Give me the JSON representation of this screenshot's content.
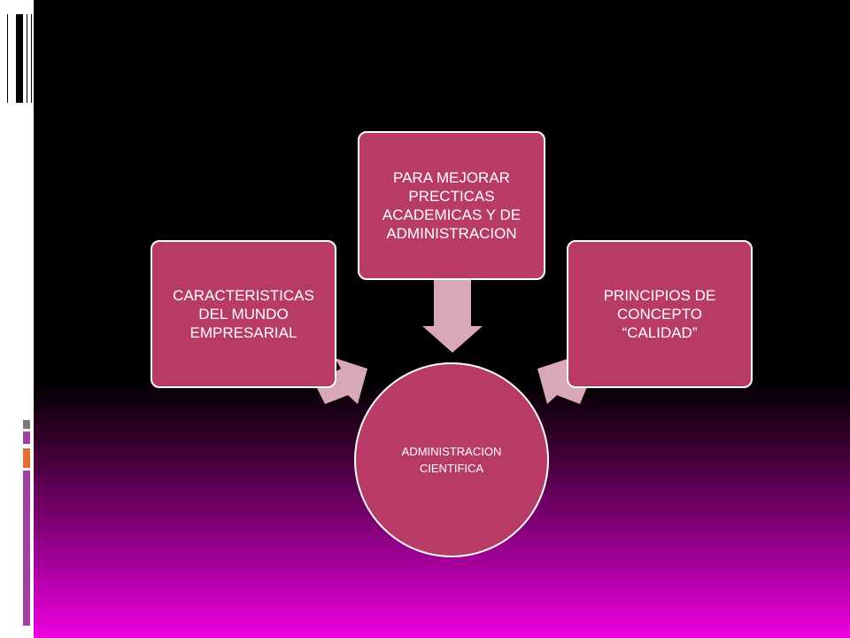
{
  "diagram": {
    "center": {
      "label": "ADMINISTRACION\nCIENTIFICA"
    },
    "nodes": [
      {
        "id": "left",
        "label": "CARACTERISTICAS\nDEL MUNDO\nEMPRESARIAL"
      },
      {
        "id": "top",
        "label": "PARA MEJORAR\nPRECTICAS\nACADEMICAS Y DE\nADMINISTRACION"
      },
      {
        "id": "right",
        "label": "PRINCIPIOS DE\nCONCEPTO\n“CALIDAD”"
      }
    ],
    "colors": {
      "node_fill": "#b83a66",
      "arrow_fill": "#d8a8b8",
      "node_border": "#ffffff",
      "background_top": "#000000",
      "background_bottom": "#ee00e0",
      "accent_gray": "#7a7a7a",
      "accent_purple": "#a040a0",
      "accent_orange": "#e07030"
    }
  }
}
